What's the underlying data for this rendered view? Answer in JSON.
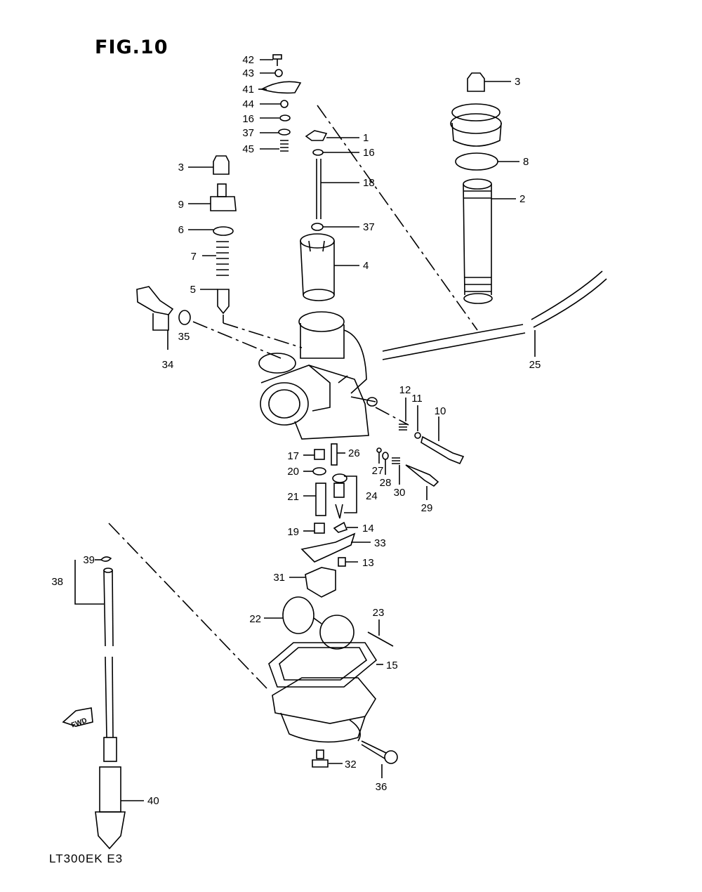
{
  "figure": {
    "title": "FIG.10",
    "model_code": "LT300EK  E3",
    "fwd_label": "FWD"
  },
  "callouts": [
    {
      "part": "42"
    },
    {
      "part": "43"
    },
    {
      "part": "41"
    },
    {
      "part": "44"
    },
    {
      "part": "16"
    },
    {
      "part": "37"
    },
    {
      "part": "45"
    },
    {
      "part": "1"
    },
    {
      "part": "16"
    },
    {
      "part": "18"
    },
    {
      "part": "37"
    },
    {
      "part": "4"
    },
    {
      "part": "3"
    },
    {
      "part": "9"
    },
    {
      "part": "6"
    },
    {
      "part": "7"
    },
    {
      "part": "5"
    },
    {
      "part": "35"
    },
    {
      "part": "34"
    },
    {
      "part": "3"
    },
    {
      "part": "8"
    },
    {
      "part": "2"
    },
    {
      "part": "25"
    },
    {
      "part": "12"
    },
    {
      "part": "11"
    },
    {
      "part": "10"
    },
    {
      "part": "17"
    },
    {
      "part": "26"
    },
    {
      "part": "20"
    },
    {
      "part": "27"
    },
    {
      "part": "28"
    },
    {
      "part": "30"
    },
    {
      "part": "29"
    },
    {
      "part": "21"
    },
    {
      "part": "24"
    },
    {
      "part": "19"
    },
    {
      "part": "14"
    },
    {
      "part": "33"
    },
    {
      "part": "13"
    },
    {
      "part": "39"
    },
    {
      "part": "38"
    },
    {
      "part": "31"
    },
    {
      "part": "22"
    },
    {
      "part": "23"
    },
    {
      "part": "15"
    },
    {
      "part": "32"
    },
    {
      "part": "36"
    },
    {
      "part": "40"
    }
  ]
}
